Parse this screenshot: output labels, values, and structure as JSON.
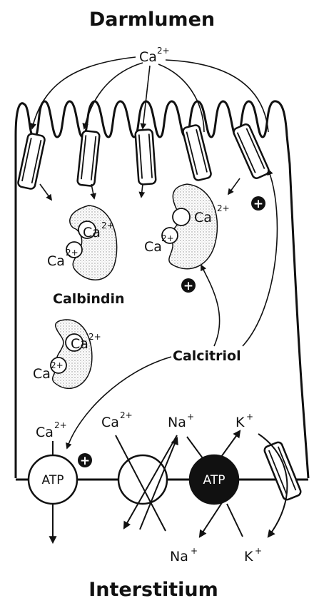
{
  "labels": {
    "top": "Darmlumen",
    "bottom": "Interstitium",
    "calbindin": "Calbindin",
    "calcitriol": "Calcitriol"
  },
  "ions": {
    "ca": "Ca",
    "ca_charge": "2+",
    "na": "Na",
    "na_charge": "+",
    "k": "K",
    "k_charge": "+"
  },
  "pumps": {
    "ca_atpase": "ATP",
    "na_k_atpase": "ATP"
  },
  "symbols": {
    "plus": "+"
  }
}
